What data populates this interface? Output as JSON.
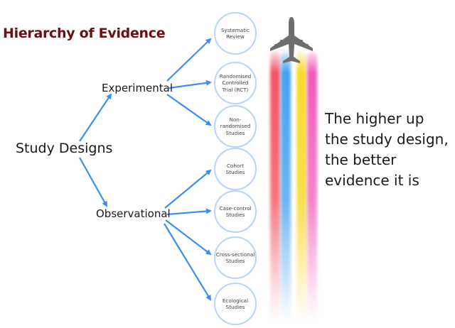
{
  "title": "Hierarchy of Evidence",
  "root": {
    "label": "Study Designs"
  },
  "branches": {
    "experimental": {
      "label": "Experimental"
    },
    "observational": {
      "label": "Observational"
    }
  },
  "study_types": [
    {
      "label": "Systematic\nReview",
      "branch": "experimental"
    },
    {
      "label": "Randomised\nControlled\nTrial (RCT)",
      "branch": "experimental"
    },
    {
      "label": "Non-\nrandomised\nStudies",
      "branch": "experimental"
    },
    {
      "label": "Cohort\nStudies",
      "branch": "observational"
    },
    {
      "label": "Case-control\nStudies",
      "branch": "observational"
    },
    {
      "label": "Cross-sectional\nStudies",
      "branch": "observational"
    },
    {
      "label": "Ecological\nStudies",
      "branch": "observational"
    }
  ],
  "caption": "The higher up\nthe study design,\nthe better\nevidence it is",
  "illustration": {
    "icon": "airplane-icon",
    "trail_colors": [
      "#f24a5a",
      "#3b9cf0",
      "#f8d81e",
      "#f050b8"
    ]
  },
  "colors": {
    "title": "#6b0f17",
    "arrow": "#3d8ef0",
    "circle_border": "#b8d4fb"
  }
}
